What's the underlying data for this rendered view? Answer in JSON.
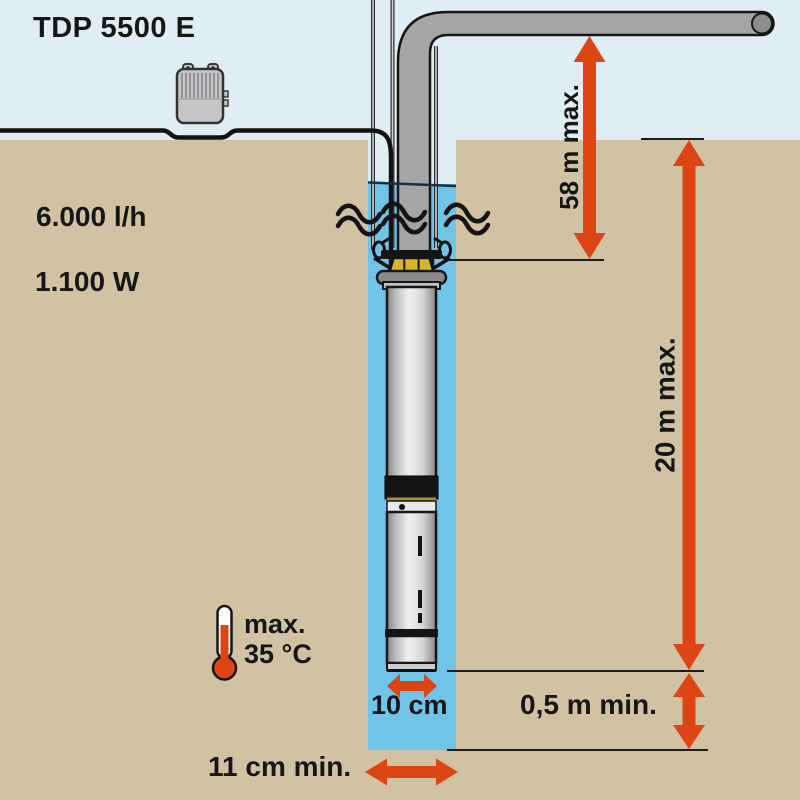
{
  "title": "TDP 5500 E",
  "specs": {
    "flow_rate": "6.000 l/h",
    "power": "1.100 W"
  },
  "temperature": {
    "label": "max.",
    "value": "35 °C"
  },
  "dimensions": {
    "delivery_head": "58 m max.",
    "immersion_depth": "20 m max.",
    "min_water_level": "0,5 m min.",
    "pump_diameter": "10 cm",
    "min_borehole_diameter": "11 cm min."
  },
  "icons": {
    "thermometer": "thermometer-icon",
    "water_surface": "water-waves-icon",
    "control_box": "control-box-icon",
    "pipe_outlet": "pipe-outlet-icon",
    "dimension_arrows": "red-double-arrow-icon"
  },
  "colors": {
    "sky": "#dfeef4",
    "ground": "#d1c2a4",
    "water": "#70c4e8",
    "red": "#dd4514",
    "pipe": "#a5a5a5",
    "box": "#c6c6c9",
    "yellow": "#d6b72b",
    "ink": "#161616"
  }
}
